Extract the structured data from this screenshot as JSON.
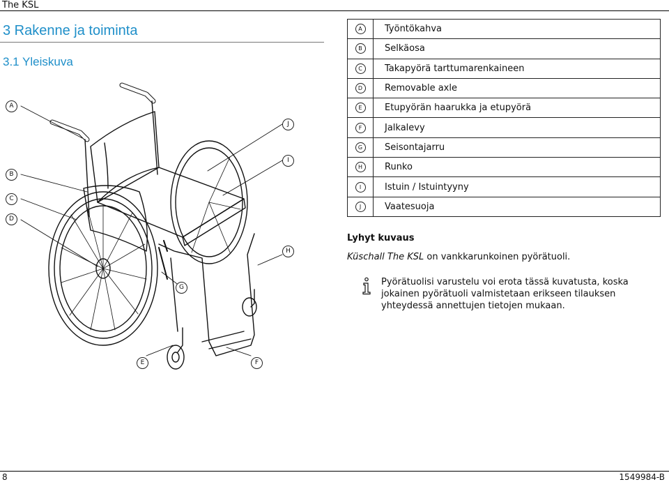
{
  "header": {
    "product": "The KSL"
  },
  "section": {
    "title": "3 Rakenne ja toiminta",
    "subtitle": "3.1 Yleiskuva"
  },
  "legend": [
    {
      "key": "A",
      "label": "Työntökahva"
    },
    {
      "key": "B",
      "label": "Selkäosa"
    },
    {
      "key": "C",
      "label": "Takapyörä tarttumarenkaineen"
    },
    {
      "key": "D",
      "label": "Removable axle"
    },
    {
      "key": "E",
      "label": "Etupyörän haarukka ja etupyörä"
    },
    {
      "key": "F",
      "label": "Jalkalevy"
    },
    {
      "key": "G",
      "label": "Seisontajarru"
    },
    {
      "key": "H",
      "label": "Runko"
    },
    {
      "key": "I",
      "label": "Istuin / Istuintyyny"
    },
    {
      "key": "J",
      "label": "Vaatesuoja"
    }
  ],
  "description": {
    "heading": "Lyhyt kuvaus",
    "brand": "Küschall The KSL",
    "text": " on vankkarunkoinen pyörätuoli."
  },
  "info": {
    "icon": "info-icon",
    "text": "Pyörätuolisi varustelu voi erota tässä kuvatusta, koska jokainen pyörätuoli valmistetaan erikseen tilauksen yhteydessä annettujen tietojen mukaan."
  },
  "figure": {
    "callouts": [
      "A",
      "B",
      "C",
      "D",
      "E",
      "F",
      "G",
      "H",
      "I",
      "J"
    ]
  },
  "footer": {
    "page": "8",
    "doc": "1549984-B"
  }
}
